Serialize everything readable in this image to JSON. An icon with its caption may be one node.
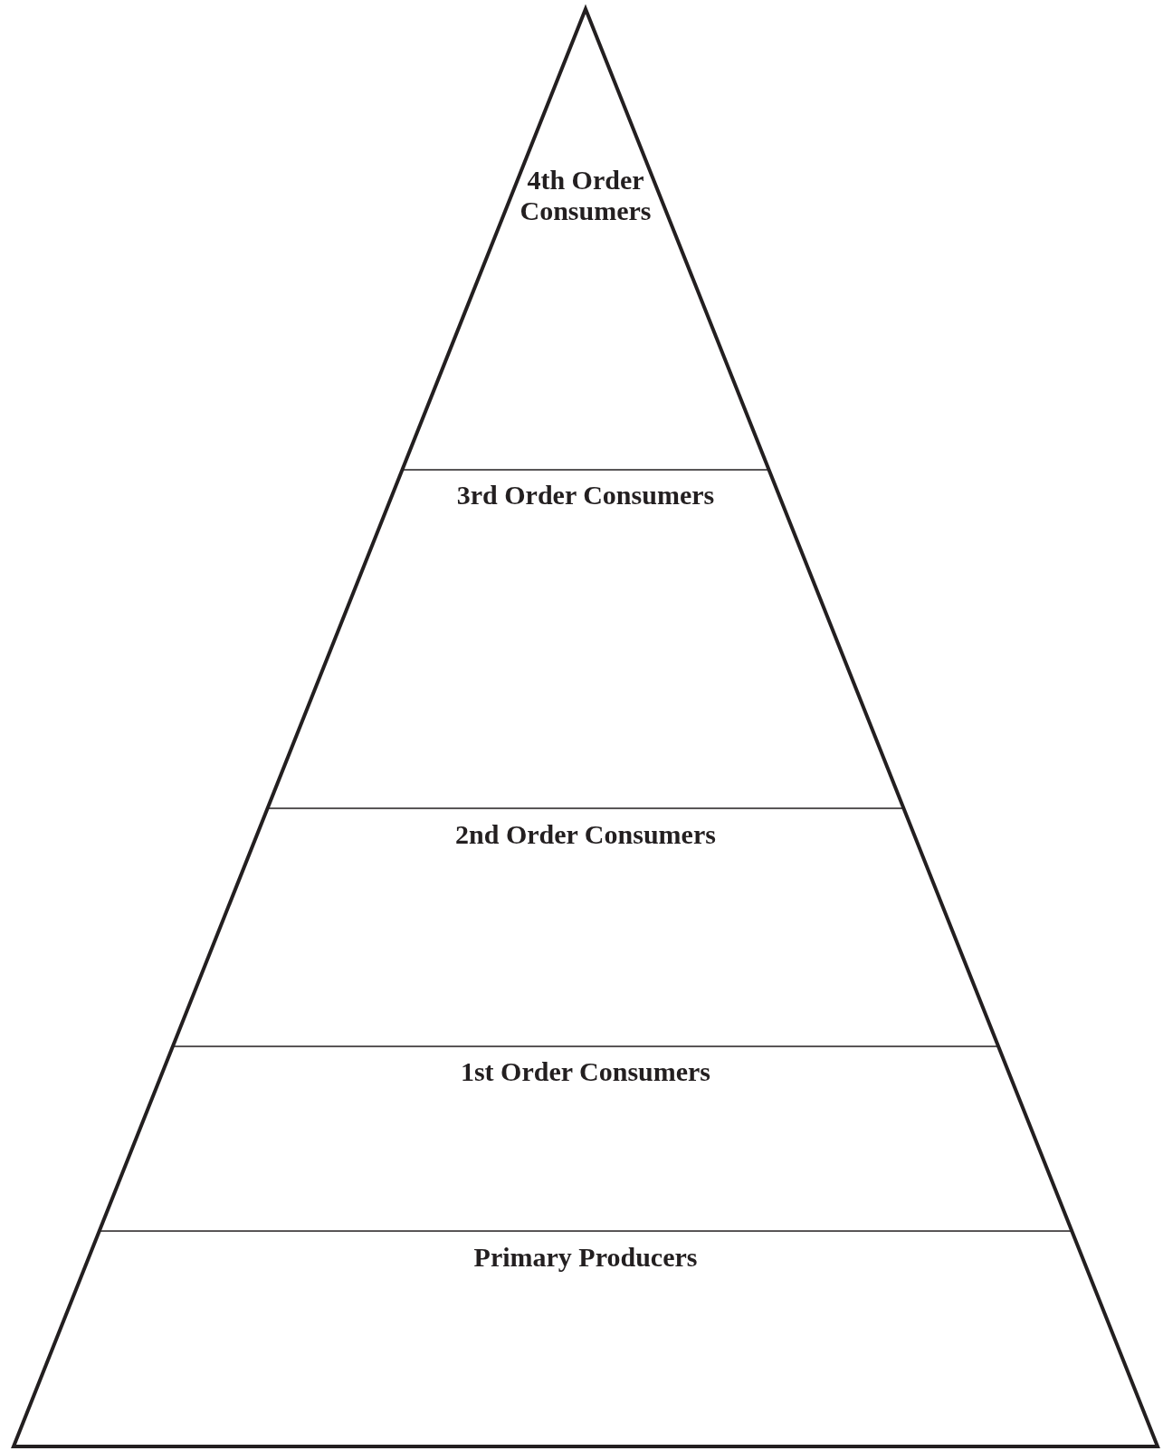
{
  "diagram": {
    "nodes": [
      {
        "text": [
          "4th Order Consumers"
        ]
      },
      {
        "text": [
          "3rd Order Consumers"
        ]
      },
      {
        "text": [
          "2nd Order Consumers"
        ]
      },
      {
        "text": [
          "1st Order Consumers"
        ]
      },
      {
        "text": [
          "Primary Producers"
        ]
      }
    ]
  }
}
